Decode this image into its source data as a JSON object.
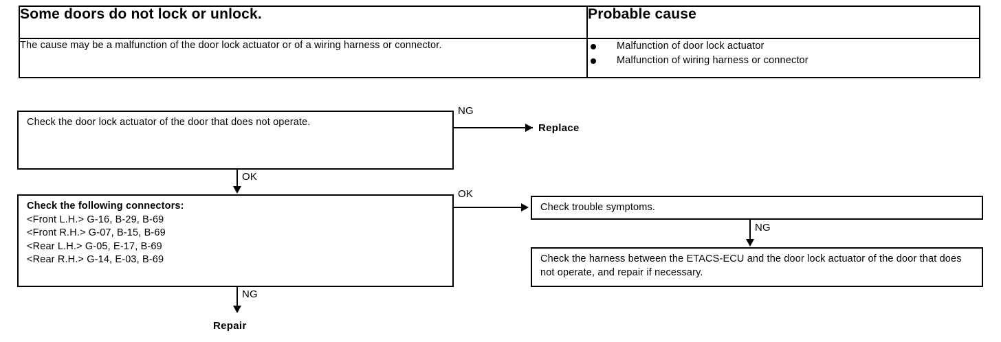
{
  "table": {
    "headers": {
      "symptom": "Some doors do not lock or unlock.",
      "probable_cause": "Probable cause"
    },
    "description": "The cause may be a malfunction of the door lock actuator or of a wiring harness or connector.",
    "causes": [
      "Malfunction of door lock actuator",
      "Malfunction of wiring harness or connector"
    ]
  },
  "flow": {
    "box_check_actuator": "Check the door lock actuator of the door that does not operate.",
    "box_connectors": {
      "heading": "Check the following connectors:",
      "lines": [
        "<Front L.H.> G-16, B-29, B-69",
        "<Front R.H.> G-07, B-15, B-69",
        "<Rear L.H.> G-05, E-17, B-69",
        "<Rear R.H.> G-14, E-03, B-69"
      ]
    },
    "box_trouble": "Check trouble symptoms.",
    "box_harness": "Check the harness between the ETACS-ECU and the door lock actuator of the door that does not operate, and repair if necessary.",
    "labels": {
      "ng_actuator": "NG",
      "ok_actuator": "OK",
      "ok_connectors": "OK",
      "ng_connectors": "NG",
      "ng_trouble": "NG"
    },
    "terminals": {
      "replace": "Replace",
      "repair": "Repair"
    }
  }
}
